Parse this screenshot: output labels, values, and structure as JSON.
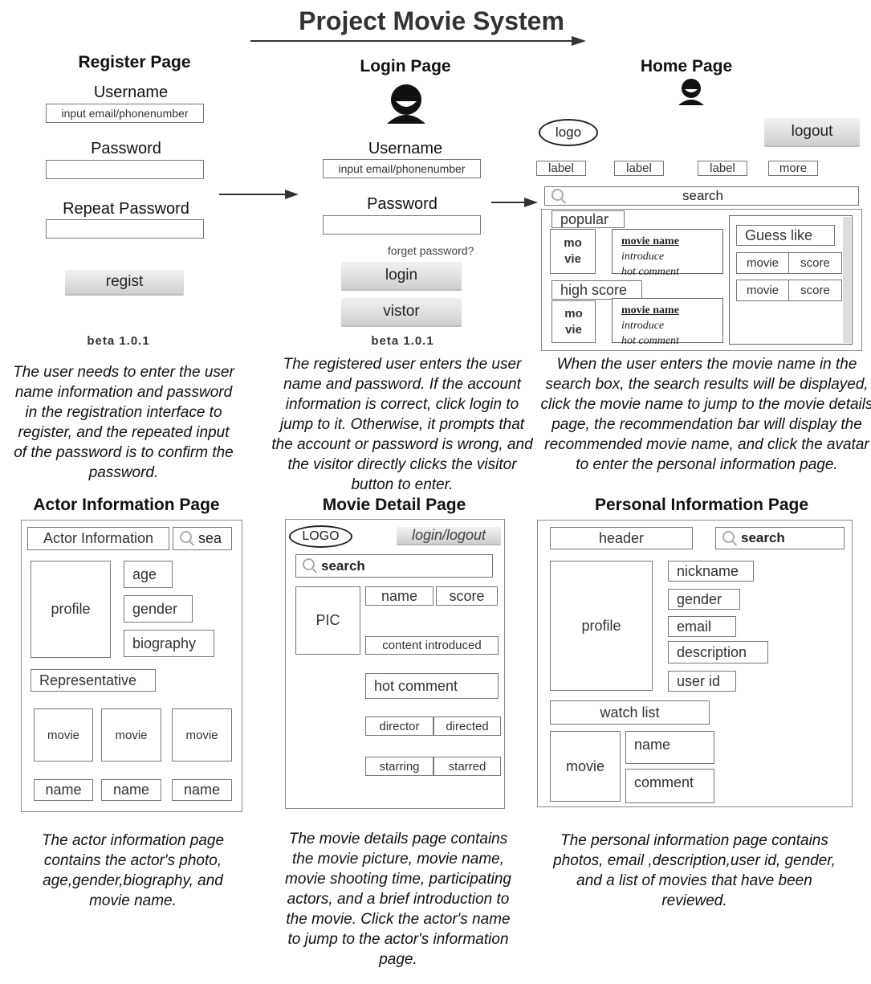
{
  "header": {
    "title": "Project Movie System"
  },
  "register": {
    "title": "Register Page",
    "username_label": "Username",
    "username_placeholder": "input email/phonenumber",
    "password_label": "Password",
    "repeat_label": "Repeat Password",
    "regist_button": "regist",
    "version": "beta 1.0.1",
    "description": "The user needs to enter the user name information and password in the registration interface to register, and the repeated input of the password is to confirm the password."
  },
  "login": {
    "title": "Login Page",
    "username_label": "Username",
    "username_placeholder": "input email/phonenumber",
    "password_label": "Password",
    "forget": "forget password?",
    "login_button": "login",
    "visitor_button": "vistor",
    "version": "beta 1.0.1",
    "description": "The registered user enters the user name and password. If the account information is correct, click login to jump to it. Otherwise, it prompts that the account or password is wrong, and the visitor directly clicks the visitor button to enter."
  },
  "home": {
    "title": "Home Page",
    "logo": "logo",
    "logout": "logout",
    "labels": [
      "label",
      "label",
      "label",
      "more"
    ],
    "search": "search",
    "popular": "popular",
    "high_score": "high score",
    "movie_thumb": "mo vie",
    "movie_name": "movie name",
    "introduce": "introduce",
    "hot_comment": "hot comment",
    "guess_like": "Guess like",
    "guess_movie": "movie",
    "guess_score": "score",
    "description": "When the user enters the movie name in the search box, the search results will be displayed, click the movie name to jump to the movie details page, the recommendation bar will display the recommended movie name, and click the avatar to enter the personal information page."
  },
  "actor": {
    "title": "Actor Information Page",
    "header": "Actor Information",
    "search": "sea",
    "profile": "profile",
    "age": "age",
    "gender": "gender",
    "biography": "biography",
    "representative": "Representative",
    "movie": "movie",
    "name": "name",
    "description": "The actor information page contains the actor's photo, age,gender,biography, and movie name."
  },
  "detail": {
    "title": "Movie Detail Page",
    "logo": "LOGO",
    "login_logout": "login/logout",
    "search": "search",
    "pic": "PIC",
    "name": "name",
    "score": "score",
    "content": "content introduced",
    "hot_comment": "hot comment",
    "director": "director",
    "directed": "directed",
    "starring": "starring",
    "starred": "starred",
    "description": "The movie details page contains the movie picture, movie name, movie shooting time, participating actors, and a brief introduction to the movie. Click the actor's name to jump to the actor's information page."
  },
  "personal": {
    "title": "Personal Information Page",
    "header": "header",
    "search": "search",
    "profile": "profile",
    "nickname": "nickname",
    "gender": "gender",
    "email": "email",
    "description_field": "description",
    "user_id": "user id",
    "watch_list": "watch list",
    "movie": "movie",
    "name": "name",
    "comment": "comment",
    "description": "The personal information page contains photos, email ,description,user id, gender, and a list of movies that have been reviewed."
  }
}
